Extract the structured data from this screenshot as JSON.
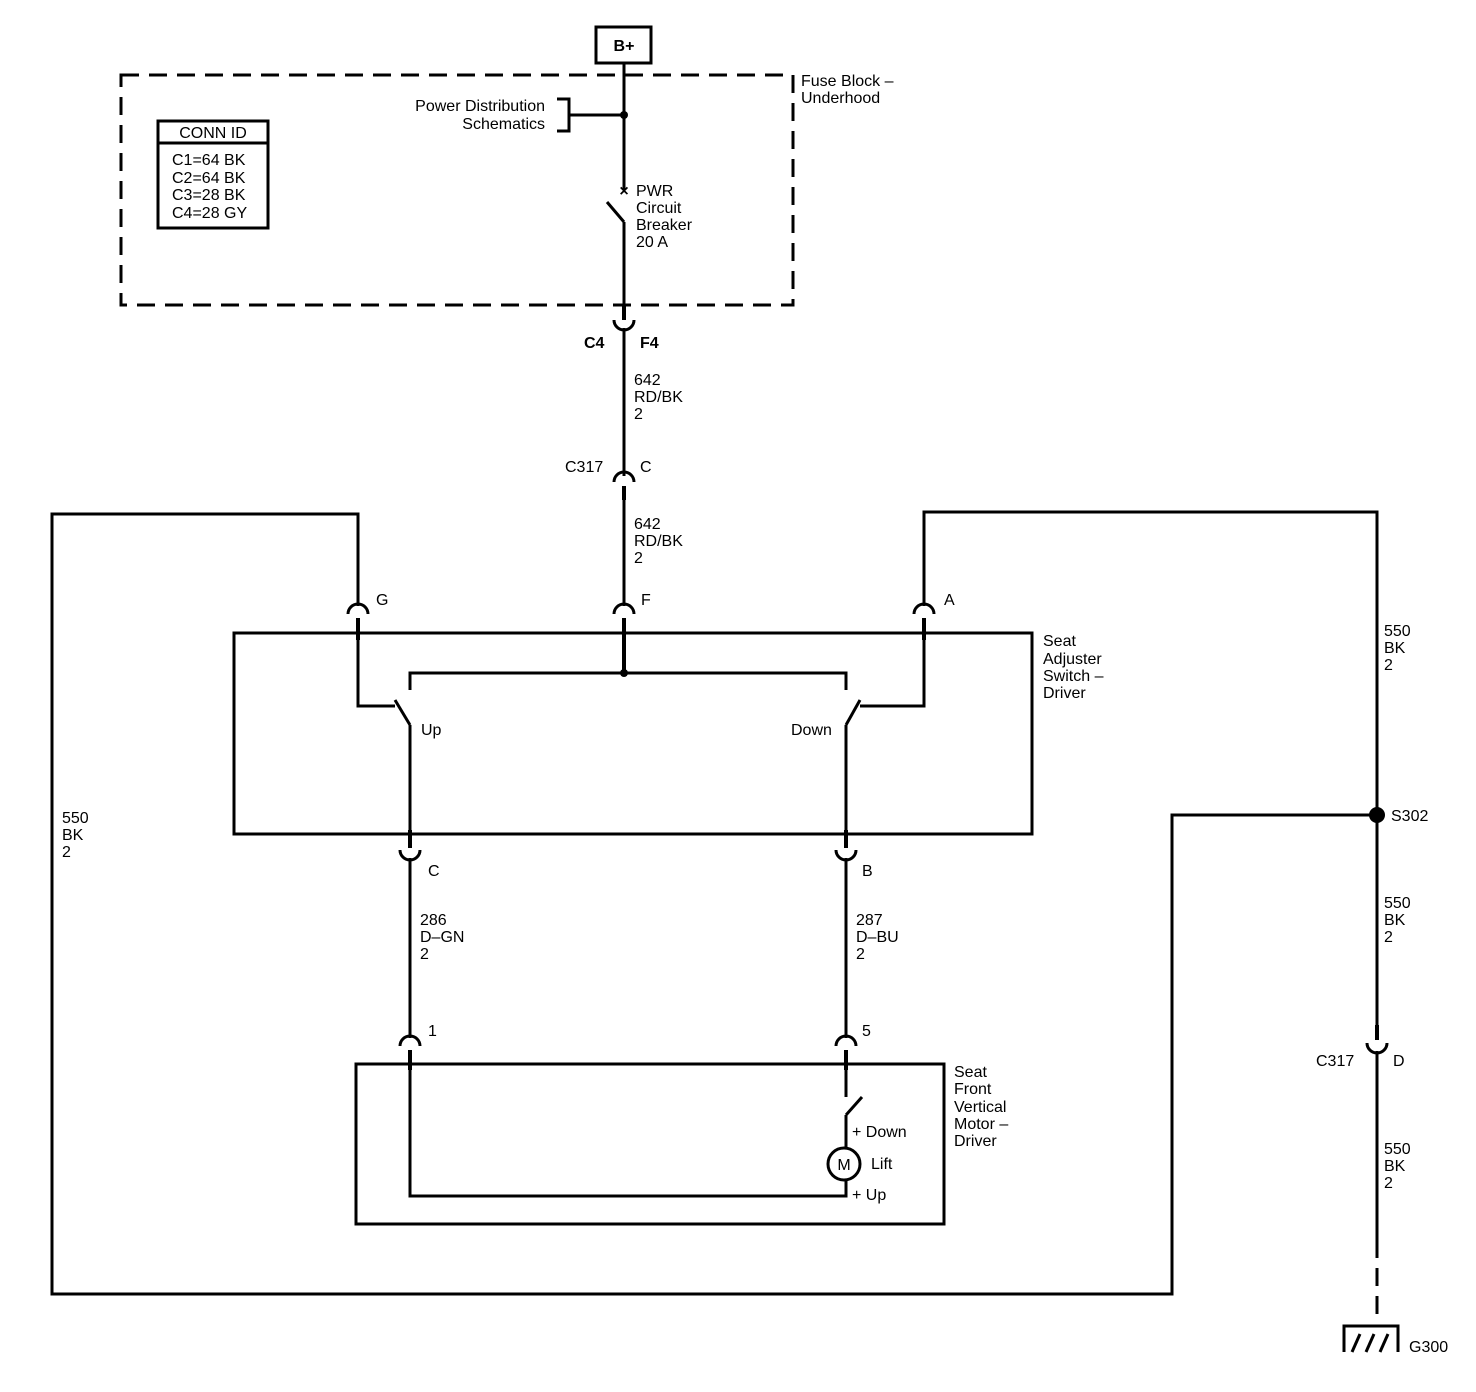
{
  "power": {
    "label": "B+"
  },
  "fuse_block": {
    "label_l1": "Fuse Block –",
    "label_l2": "Underhood"
  },
  "power_dist": {
    "l1": "Power Distribution",
    "l2": "Schematics"
  },
  "conn_id": {
    "title": "CONN ID",
    "rows": [
      "C1=64 BK",
      "C2=64 BK",
      "C3=28 BK",
      "C4=28 GY"
    ]
  },
  "breaker": {
    "l1": "PWR",
    "l2": "Circuit",
    "l3": "Breaker",
    "l4": "20 A"
  },
  "connectors": {
    "c4": "C4",
    "f4": "F4",
    "c317_top": "C317",
    "c317_top_pin": "C",
    "sw_g": "G",
    "sw_f": "F",
    "sw_a": "A",
    "sw_c": "C",
    "sw_b": "B",
    "m1": "1",
    "m5": "5",
    "c317_bot": "C317",
    "c317_bot_pin": "D"
  },
  "wires": {
    "w642a": [
      "642",
      "RD/BK",
      "2"
    ],
    "w642b": [
      "642",
      "RD/BK",
      "2"
    ],
    "w550_right_top": [
      "550",
      "BK",
      "2"
    ],
    "w550_left": [
      "550",
      "BK",
      "2"
    ],
    "w286": [
      "286",
      "D–GN",
      "2"
    ],
    "w287": [
      "287",
      "D–BU",
      "2"
    ],
    "w550_right_mid": [
      "550",
      "BK",
      "2"
    ],
    "w550_right_bot": [
      "550",
      "BK",
      "2"
    ]
  },
  "switch": {
    "l1": "Seat",
    "l2": "Adjuster",
    "l3": "Switch –",
    "l4": "Driver",
    "up": "Up",
    "down": "Down"
  },
  "motor": {
    "l1": "Seat",
    "l2": "Front",
    "l3": "Vertical",
    "l4": "Motor –",
    "l5": "Driver",
    "symbol": "M",
    "lift": "Lift",
    "down": "+ Down",
    "up": "+ Up"
  },
  "splice": {
    "label": "S302"
  },
  "ground": {
    "label": "G300"
  }
}
